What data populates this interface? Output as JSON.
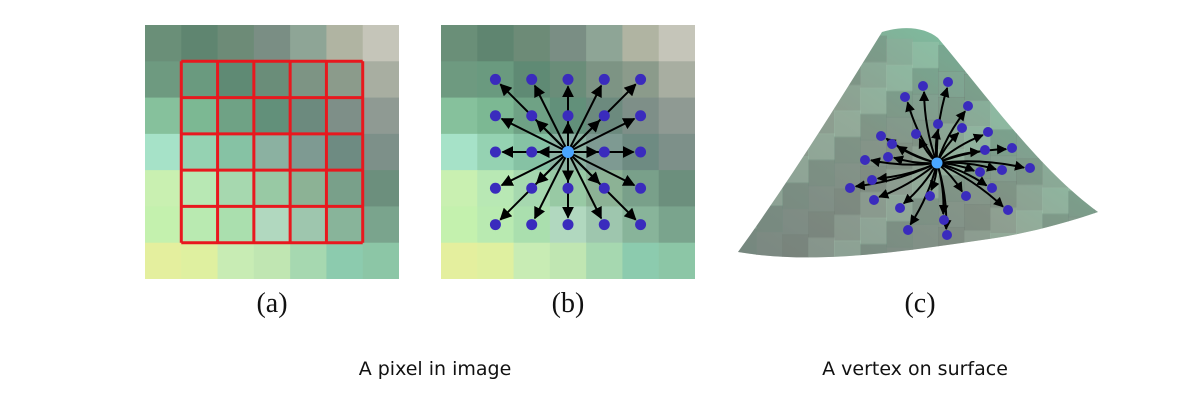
{
  "panels": {
    "a": {
      "label": "(a)"
    },
    "b": {
      "label": "(b)"
    },
    "c": {
      "label": "(c)"
    }
  },
  "captions": {
    "left": "A pixel in image",
    "right": "A vertex on surface"
  },
  "pixel_grid": {
    "rows": 7,
    "cols": 7,
    "colors": [
      [
        "#6a8f78",
        "#5f8570",
        "#6d8b77",
        "#7a8e84",
        "#8ea596",
        "#b0b4a2",
        "#c5c5b9"
      ],
      [
        "#6e9a80",
        "#6a9a7f",
        "#5f8a74",
        "#6a8d79",
        "#7d9484",
        "#8b9b8b",
        "#a8aea1"
      ],
      [
        "#86c19c",
        "#7cb893",
        "#6fa285",
        "#62907a",
        "#6c8a7e",
        "#7e8f88",
        "#8f9a93"
      ],
      [
        "#a6e2c8",
        "#95d2b2",
        "#86c2a4",
        "#8bb1a1",
        "#7e9a92",
        "#6e8b82",
        "#7d9089"
      ],
      [
        "#c9f0b1",
        "#b8e8b4",
        "#a6d8af",
        "#98c9a4",
        "#8cb295",
        "#79a08a",
        "#6c8f7d"
      ],
      [
        "#c4f1ae",
        "#b9eab1",
        "#aadfae",
        "#b1d8bf",
        "#9ec6ae",
        "#88b49a",
        "#7aa48d"
      ],
      [
        "#e4ef9e",
        "#dff0a0",
        "#c8ecb4",
        "#c0e6b2",
        "#a6d8b0",
        "#8ccbae",
        "#8cc6a6"
      ]
    ],
    "highlight_color": "#e8181e",
    "dot_color": "#3a2bbd",
    "center_color": "#4aa6ff"
  }
}
